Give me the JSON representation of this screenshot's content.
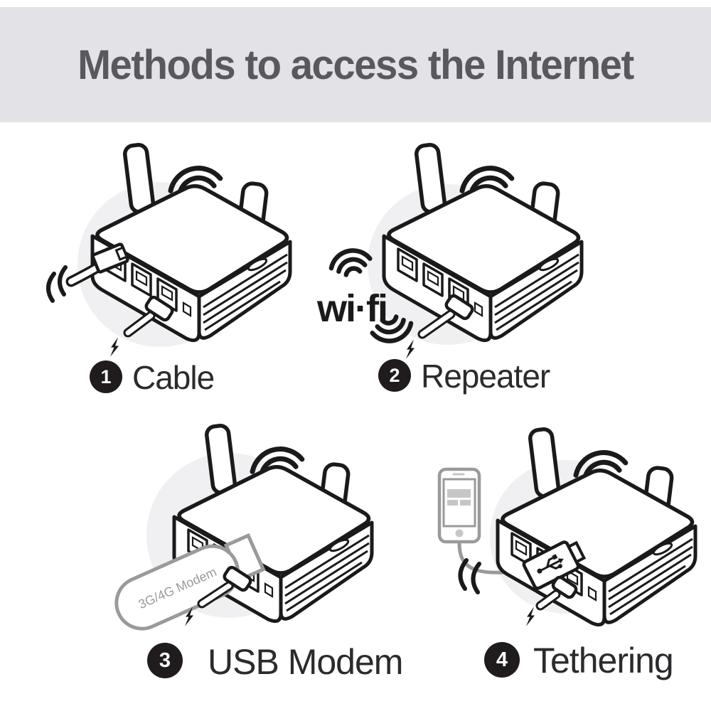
{
  "header": {
    "title": "Methods to access the Internet"
  },
  "methods": [
    {
      "number": "1",
      "label": "Cable"
    },
    {
      "number": "2",
      "label": "Repeater"
    },
    {
      "number": "3",
      "label": "USB Modem"
    },
    {
      "number": "4",
      "label": "Tethering"
    }
  ],
  "illustrations": {
    "wifi_logo_text": "wi·fi",
    "usb_dongle_text": "3G/4G Modem"
  },
  "colors": {
    "banner_background": "#e3e2e7",
    "title_text": "#59585c",
    "badge_background": "#201c1e",
    "badge_number": "#ffffff",
    "label_text": "#2c2a2d",
    "line_art": "#1a1a1a",
    "gray_art": "#9a9a9a",
    "highlight_circle": "#f0eff2"
  }
}
